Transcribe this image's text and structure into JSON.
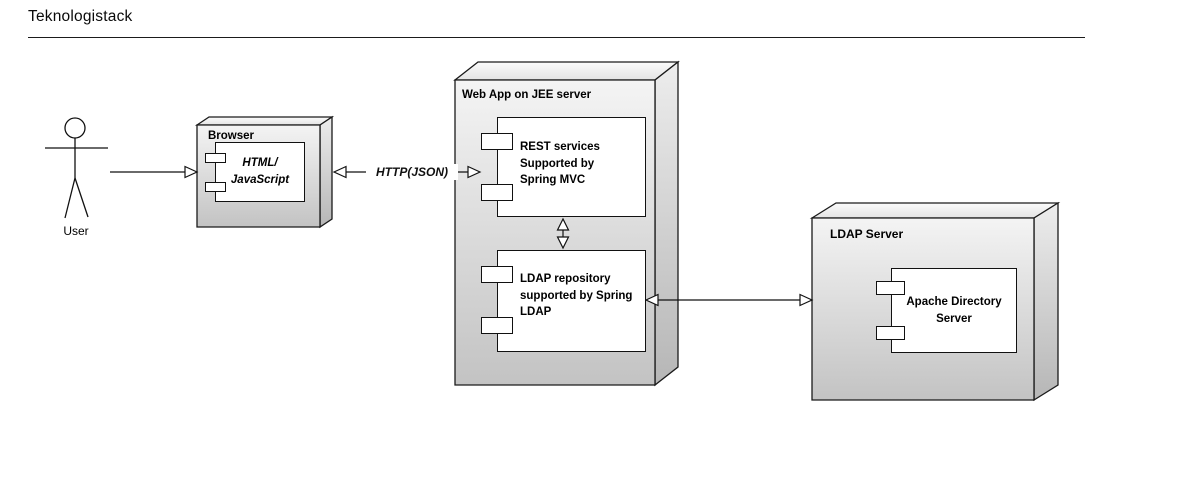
{
  "page": {
    "title": "Teknologistack"
  },
  "actor": {
    "label": "User"
  },
  "nodes": {
    "browser": {
      "label": "Browser",
      "component": "HTML/\nJavaScript"
    },
    "webapp": {
      "label": "Web App on JEE server",
      "components": {
        "rest": "REST services\nSupported by\nSpring MVC",
        "ldap_repo": "LDAP repository\nsupported by Spring\nLDAP"
      }
    },
    "ldap_server": {
      "label": "LDAP Server",
      "component": "Apache Directory\nServer"
    }
  },
  "connectors": {
    "user_to_browser": "",
    "browser_webapp_label": "HTTP(JSON)",
    "rest_to_ldaprepo": "",
    "webapp_to_ldapserver": ""
  },
  "colors": {
    "stroke": "#1a1a1a",
    "node_fill_light": "#f4f4f4",
    "node_fill_dark": "#c3c3c3",
    "component_fill": "#ffffff",
    "background": "#ffffff"
  }
}
